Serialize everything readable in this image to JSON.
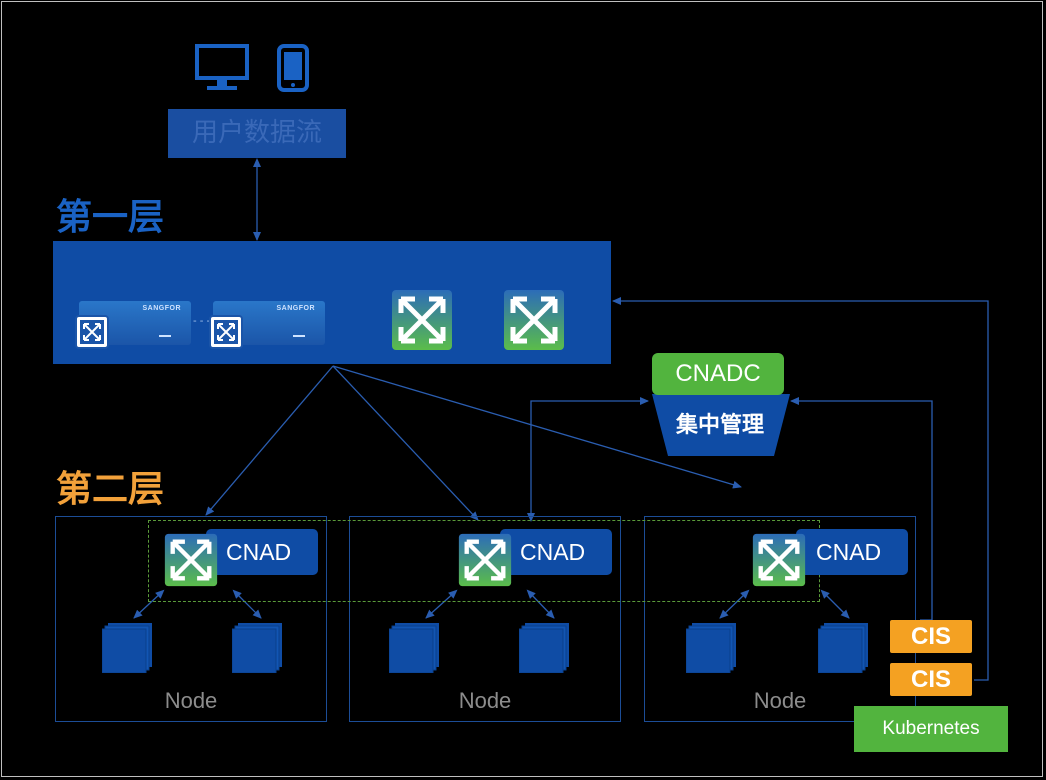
{
  "user_flow": {
    "label": "用户数据流",
    "icons": [
      "monitor-icon",
      "phone-icon"
    ]
  },
  "layers": {
    "first": "第一层",
    "second": "第二层"
  },
  "tier1": {
    "left_label": "",
    "right_label": "",
    "device_brand": "SANGFOR"
  },
  "cnadc": {
    "label": "CNADC",
    "management": "集中管理"
  },
  "cnad_label": "CNAD",
  "nodes": [
    {
      "label": "Node"
    },
    {
      "label": "Node"
    },
    {
      "label": "Node"
    }
  ],
  "cis": [
    "CIS",
    "CIS"
  ],
  "kubernetes": "Kubernetes",
  "colors": {
    "blue": "#0f4ca5",
    "green": "#52b43e",
    "orange": "#f4a122",
    "line": "#2a5db0"
  }
}
